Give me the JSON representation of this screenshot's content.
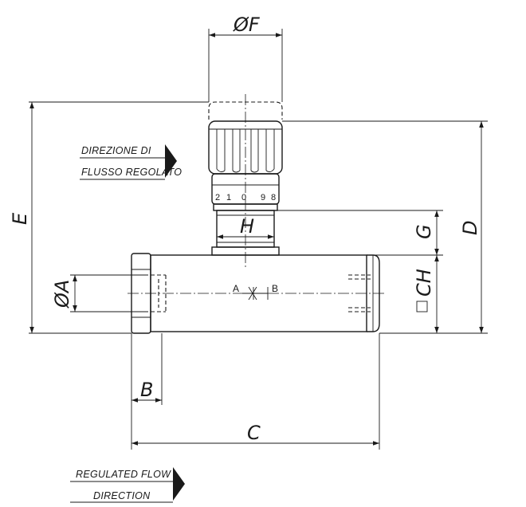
{
  "labels": {
    "dia_f": "ØF",
    "dia_a": "ØA",
    "e": "E",
    "d": "D",
    "g": "G",
    "h": "H",
    "ch": "CH",
    "b": "B",
    "c": "C",
    "port_a": "A",
    "port_b": "B"
  },
  "knob_scale": [
    "2",
    "1",
    "0",
    "9",
    "8"
  ],
  "notes": {
    "it_line1": "DIREZIONE DI",
    "it_line2": "FLUSSO REGOLATO",
    "en_line1": "REGULATED FLOW",
    "en_line2": "DIRECTION"
  }
}
